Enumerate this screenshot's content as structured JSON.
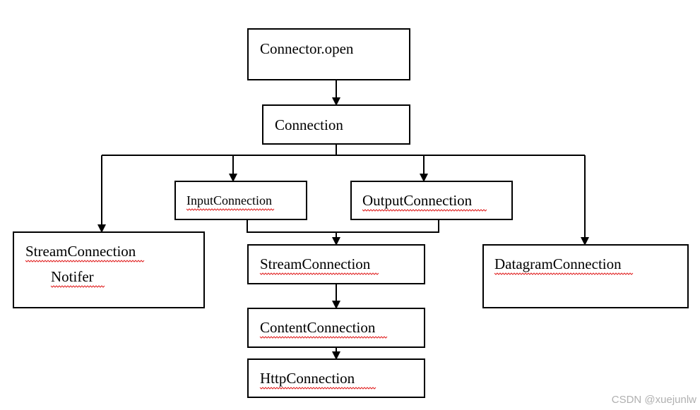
{
  "nodes": {
    "connector_open": "Connector.open",
    "connection": "Connection",
    "input_connection": "InputConnection",
    "output_connection": "OutputConnection",
    "stream_connection_notifier_line1": "StreamConnection",
    "stream_connection_notifier_line2": "Notifer",
    "stream_connection": "StreamConnection",
    "datagram_connection": "DatagramConnection",
    "content_connection": "ContentConnection",
    "http_connection": "HttpConnection"
  },
  "watermark": "CSDN @xuejunlw"
}
